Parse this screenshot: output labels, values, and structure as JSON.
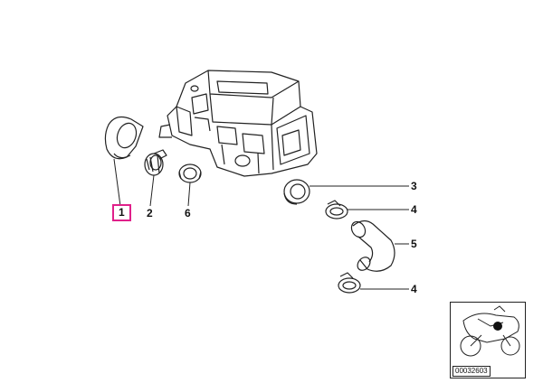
{
  "callouts": {
    "part1": "1",
    "part2": "2",
    "part6": "6",
    "part3": "3",
    "part4a": "4",
    "part5": "5",
    "part4b": "4"
  },
  "inset": {
    "diagram_id": "00032603"
  },
  "colors": {
    "highlight": "#e0208a",
    "line": "#222222"
  }
}
